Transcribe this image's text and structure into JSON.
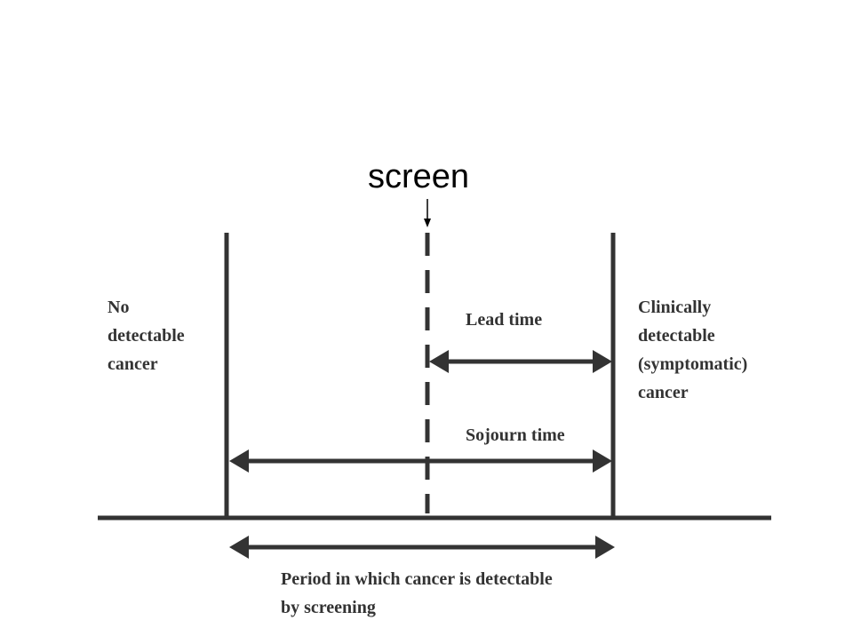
{
  "screen_label": "screen",
  "left_label": "No\ndetectable\ncancer",
  "right_label": "Clinically\ndetectable\n(symptomatic)\ncancer",
  "lead_time_label": "Lead time",
  "sojourn_time_label": "Sojourn time",
  "period_label": "Period in which cancer is detectable\nby screening",
  "colors": {
    "line": "#333333",
    "text": "#333333",
    "screen_text": "#000000"
  }
}
